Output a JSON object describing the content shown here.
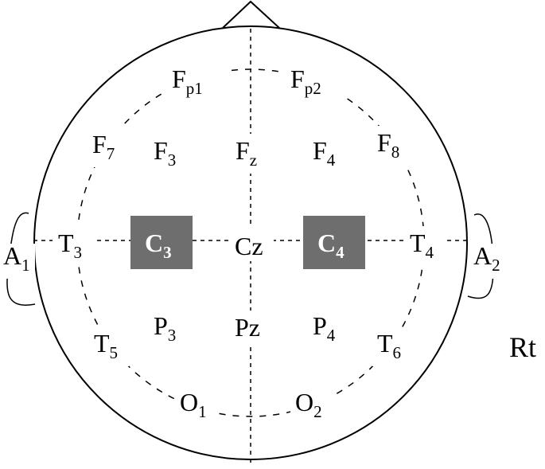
{
  "diagram": {
    "side_label": "Rt",
    "electrodes": [
      {
        "id": "fp1",
        "base": "F",
        "sub": "p1",
        "highlight": false
      },
      {
        "id": "fp2",
        "base": "F",
        "sub": "p2",
        "highlight": false
      },
      {
        "id": "f7",
        "base": "F",
        "sub": "7",
        "highlight": false
      },
      {
        "id": "f3",
        "base": "F",
        "sub": "3",
        "highlight": false
      },
      {
        "id": "fz",
        "base": "F",
        "sub": "z",
        "highlight": false
      },
      {
        "id": "f4",
        "base": "F",
        "sub": "4",
        "highlight": false
      },
      {
        "id": "f8",
        "base": "F",
        "sub": "8",
        "highlight": false
      },
      {
        "id": "a1",
        "base": "A",
        "sub": "1",
        "highlight": false
      },
      {
        "id": "t3",
        "base": "T",
        "sub": "3",
        "highlight": false
      },
      {
        "id": "c3",
        "base": "C",
        "sub": "3",
        "highlight": true
      },
      {
        "id": "cz",
        "base": "Cz",
        "sub": "",
        "highlight": false
      },
      {
        "id": "c4",
        "base": "C",
        "sub": "4",
        "highlight": true
      },
      {
        "id": "t4",
        "base": "T",
        "sub": "4",
        "highlight": false
      },
      {
        "id": "a2",
        "base": "A",
        "sub": "2",
        "highlight": false
      },
      {
        "id": "t5",
        "base": "T",
        "sub": "5",
        "highlight": false
      },
      {
        "id": "p3",
        "base": "P",
        "sub": "3",
        "highlight": false
      },
      {
        "id": "pz",
        "base": "Pz",
        "sub": "",
        "highlight": false
      },
      {
        "id": "p4",
        "base": "P",
        "sub": "4",
        "highlight": false
      },
      {
        "id": "t6",
        "base": "T",
        "sub": "6",
        "highlight": false
      },
      {
        "id": "o1",
        "base": "O",
        "sub": "1",
        "highlight": false
      },
      {
        "id": "o2",
        "base": "O",
        "sub": "2",
        "highlight": false
      }
    ],
    "colors": {
      "highlight_box": "#6e6e6e",
      "line": "#000000",
      "background": "#ffffff"
    }
  }
}
